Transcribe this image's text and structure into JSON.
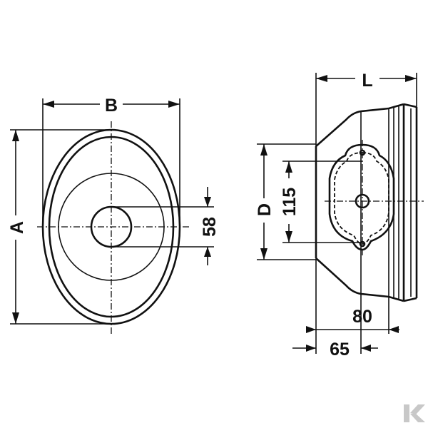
{
  "front_view": {
    "label_width": "B",
    "label_height": "A",
    "label_hub": "58"
  },
  "side_view": {
    "label_length": "L",
    "label_height": "D",
    "label_bolt": "115",
    "label_outer": "80",
    "label_inner": "65"
  },
  "logo": {
    "name": "brand-k-logo",
    "color": "#c8c8c8",
    "letter": "K"
  }
}
